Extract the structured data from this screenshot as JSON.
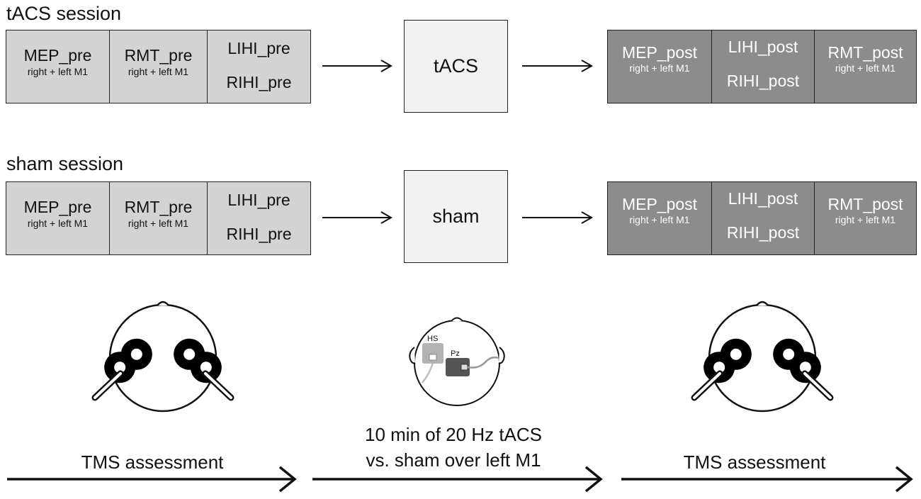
{
  "sessions": [
    {
      "title": "tACS session",
      "pre": {
        "mep": {
          "label": "MEP_pre",
          "sub": "right + left M1"
        },
        "rmt": {
          "label": "RMT_pre",
          "sub": "right + left M1"
        },
        "lihi": "LIHI_pre",
        "rihi": "RIHI_pre"
      },
      "intervention": "tACS",
      "post": {
        "mep": {
          "label": "MEP_post",
          "sub": "right + left M1"
        },
        "lihi": "LIHI_post",
        "rihi": "RIHI_post",
        "rmt": {
          "label": "RMT_post",
          "sub": "right + left M1"
        }
      }
    },
    {
      "title": "sham session",
      "pre": {
        "mep": {
          "label": "MEP_pre",
          "sub": "right + left M1"
        },
        "rmt": {
          "label": "RMT_pre",
          "sub": "right + left M1"
        },
        "lihi": "LIHI_pre",
        "rihi": "RIHI_pre"
      },
      "intervention": "sham",
      "post": {
        "mep": {
          "label": "MEP_post",
          "sub": "right + left M1"
        },
        "lihi": "LIHI_post",
        "rihi": "RIHI_post",
        "rmt": {
          "label": "RMT_post",
          "sub": "right + left M1"
        }
      }
    }
  ],
  "electrodes": {
    "hs": "HS",
    "pz": "Pz"
  },
  "timeline": {
    "left": "TMS assessment",
    "middle_line1": "10 min of 20 Hz tACS",
    "middle_line2": "vs. sham over left M1",
    "right": "TMS assessment"
  },
  "colors": {
    "pre_fill": "#d3d3d3",
    "post_fill": "#8c8c8c",
    "intervention_fill": "#f2f2f2"
  }
}
